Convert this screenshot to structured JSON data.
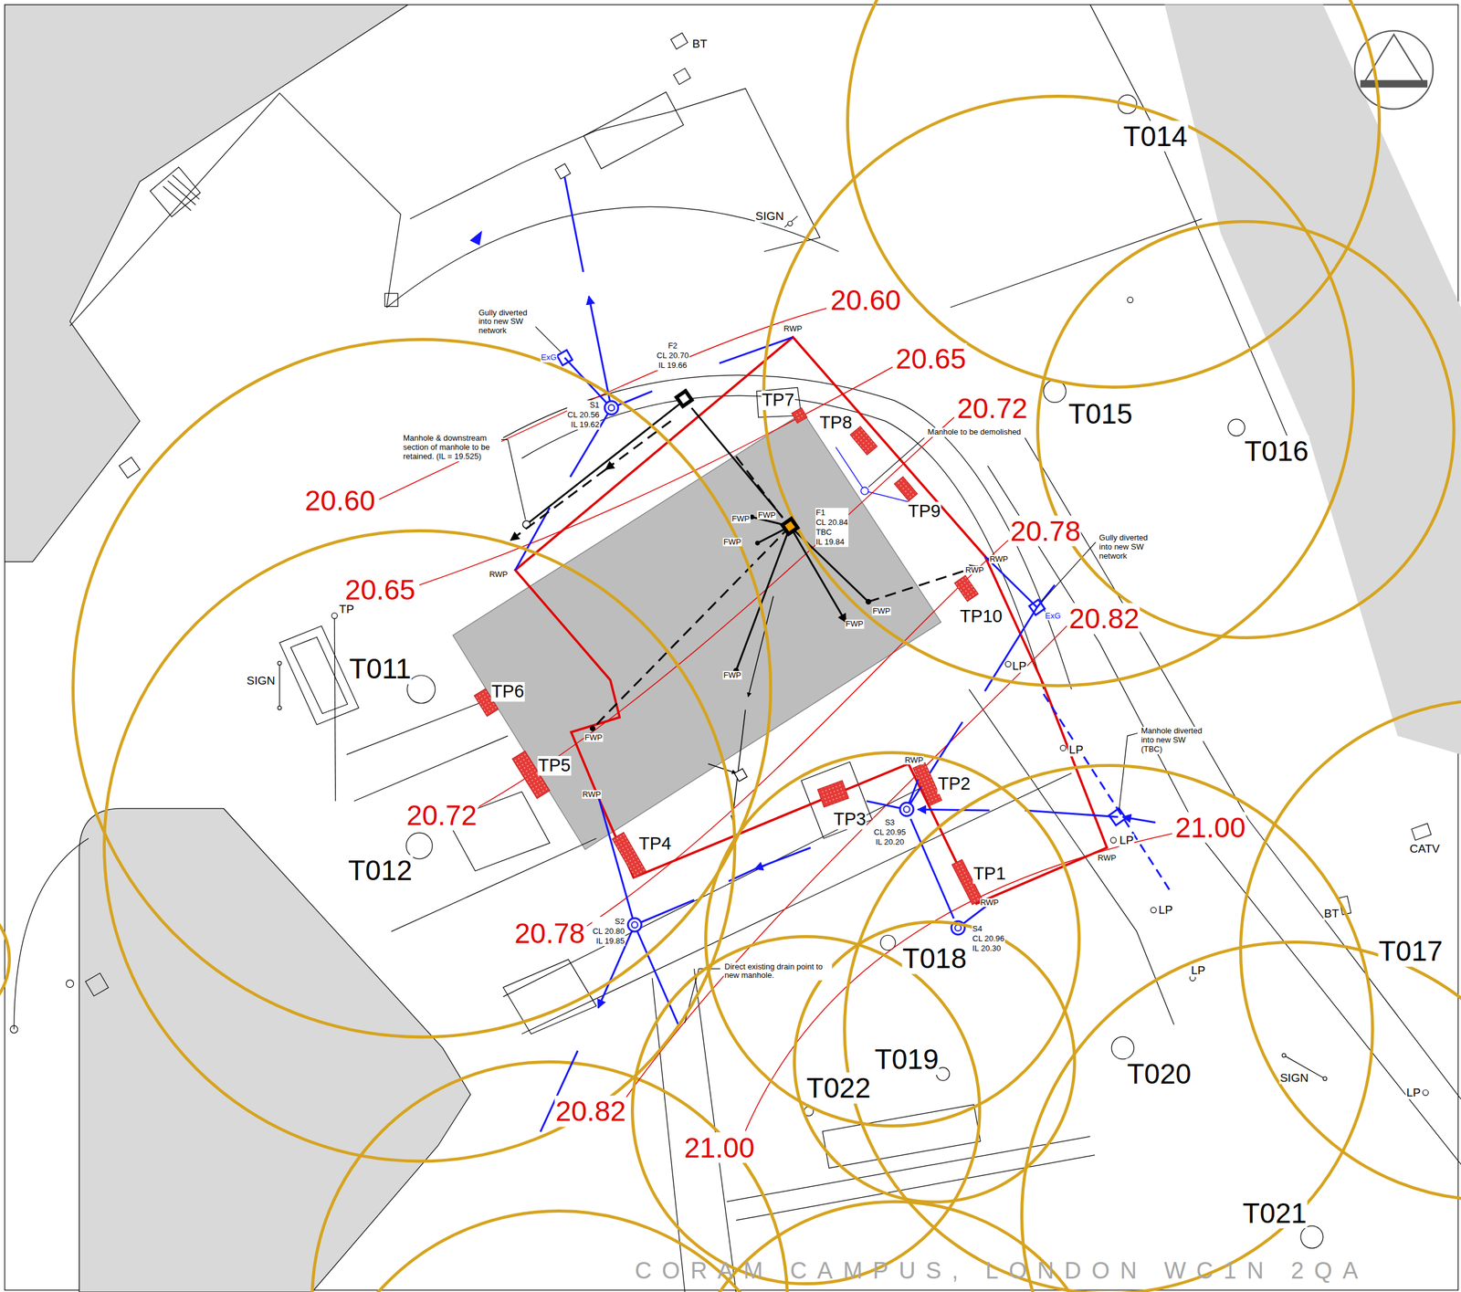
{
  "diagram": {
    "caption": "CORAM CAMPUS, LONDON WC1N 2QA",
    "nodes": [
      {
        "text": [
          "T014"
        ]
      },
      {
        "text": [
          "F2",
          "CL 20.70",
          "IL 19.66"
        ]
      },
      {
        "text": [
          "S1",
          "CL 20.56",
          "IL 19.62"
        ]
      },
      {
        "text": [
          "TP7"
        ]
      },
      {
        "text": [
          "T015"
        ]
      },
      {
        "text": [
          "TP8"
        ]
      },
      {
        "text": [
          "T016"
        ]
      },
      {
        "text": [
          "F1",
          "CL 20.84",
          "TBC",
          "IL 19.84"
        ]
      },
      {
        "text": [
          "TP9"
        ]
      },
      {
        "text": [
          "TP10"
        ]
      },
      {
        "text": [
          "T011"
        ]
      },
      {
        "text": [
          "TP6"
        ]
      },
      {
        "text": [
          "TP5"
        ]
      },
      {
        "text": [
          "TP2"
        ]
      },
      {
        "text": [
          "S3",
          "CL 20.95",
          "IL 20.20"
        ]
      },
      {
        "text": [
          "TP3"
        ]
      },
      {
        "text": [
          "TP4"
        ]
      },
      {
        "text": [
          "T012"
        ]
      },
      {
        "text": [
          "TP1"
        ]
      },
      {
        "text": [
          "S2",
          "CL 20.80",
          "IL 19.85"
        ]
      },
      {
        "text": [
          "S4",
          "CL 20.96",
          "IL 20.30"
        ]
      },
      {
        "text": [
          "T017"
        ]
      },
      {
        "text": [
          "T018"
        ]
      },
      {
        "text": [
          "T019"
        ]
      },
      {
        "text": [
          "T022"
        ]
      },
      {
        "text": [
          "T020"
        ]
      },
      {
        "text": [
          "T021"
        ]
      }
    ],
    "edges": [
      {
        "from": 7,
        "to": 1,
        "arrow": "none"
      },
      {
        "from": 20,
        "to": 14,
        "arrow": "none"
      }
    ],
    "labels": [
      "20.60",
      "20.65",
      "20.72",
      "20.78",
      "20.82",
      "21.00",
      "20.60",
      "20.65",
      "20.72",
      "20.78",
      "20.82",
      "21.00",
      "Gully diverted into new SW network",
      "Manhole & downstream section of manhole to be retained. (IL = 19.525)",
      "Manhole to be demolished",
      "Gully diverted into new SW network",
      "Manhole diverted into new SW (TBC)",
      "Direct existing drain point to new manhole.",
      "RWP",
      "RWP",
      "RWP",
      "RWP",
      "RWP",
      "RWP",
      "RWP",
      "RWP",
      "FWP",
      "FWP",
      "FWP",
      "FWP",
      "FWP",
      "FWP",
      "FWP",
      "ExG",
      "ExG",
      "LP",
      "LP",
      "LP",
      "LP",
      "LP",
      "LP",
      "TP",
      "SIGN",
      "SIGN",
      "SIGN",
      "BT",
      "BT",
      "CATV"
    ]
  }
}
